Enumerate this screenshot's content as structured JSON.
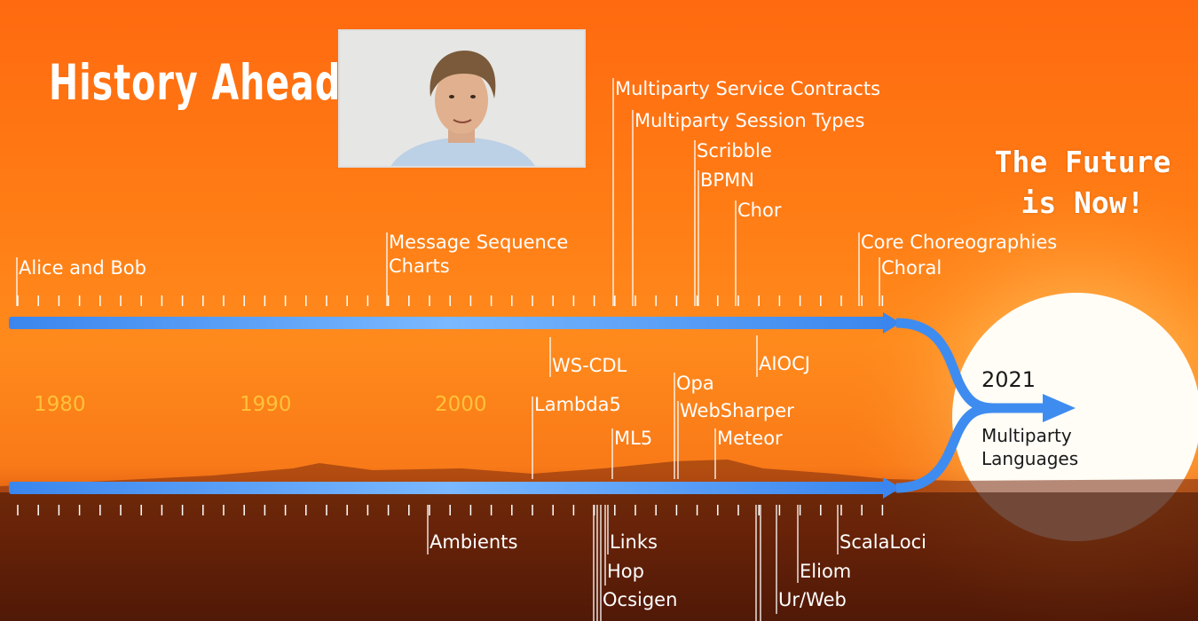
{
  "slide": {
    "title": "History Ahead",
    "future_line1": "The Future",
    "future_line2": "is Now!",
    "colors": {
      "arrow": "#3f8cf0",
      "year": "#ffc23a",
      "text": "#ffffff"
    }
  },
  "timeline": {
    "years": [
      "1980",
      "1990",
      "2000"
    ],
    "end_year": "2021",
    "end_label_line1": "Multiparty",
    "end_label_line2": "Languages",
    "choreography_events": [
      "Alice and Bob",
      "Message Sequence Charts",
      "Multiparty Service Contracts",
      "Multiparty Session Types",
      "Scribble",
      "BPMN",
      "Chor",
      "Core Choreographies",
      "Choral"
    ],
    "language_events_middle": [
      "WS-CDL",
      "Lambda5",
      "ML5",
      "Opa",
      "WebSharper",
      "Meteor",
      "AIOCJ"
    ],
    "language_events_bottom": [
      "Ambients",
      "Links",
      "Hop",
      "Ocsigen",
      "Eliom",
      "Ur/Web",
      "ScalaLoci"
    ]
  }
}
